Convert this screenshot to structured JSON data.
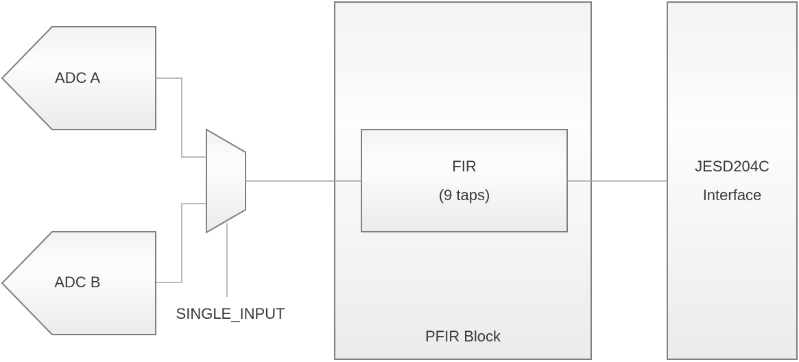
{
  "labels": {
    "adc_a": "ADC A",
    "adc_b": "ADC B",
    "single_input": "SINGLE_INPUT",
    "fir_line1": "FIR",
    "fir_line2": "(9 taps)",
    "pfir_block": "PFIR Block",
    "jesd_line1": "JESD204C",
    "jesd_line2": "Interface"
  },
  "colors": {
    "shape_stroke": "#7f7f7f",
    "connector_stroke": "#a3a3a3",
    "fill_top": "#f3f3f3",
    "fill_mid": "#fdfdfd",
    "fill_bottom": "#ebebeb",
    "text": "#383838",
    "background": "#ffffff"
  }
}
